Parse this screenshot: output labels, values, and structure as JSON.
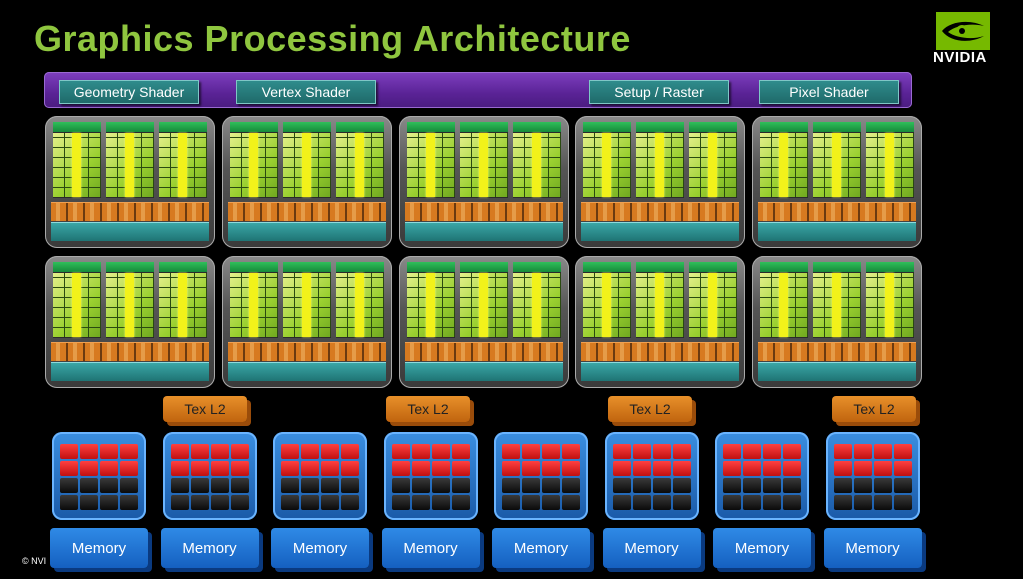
{
  "title": "Graphics Processing Architecture",
  "logo": {
    "text": "NVIDIA",
    "icon": "nvidia-eye-logo",
    "color": "#76b900"
  },
  "pipeline": {
    "stages": [
      "Geometry Shader",
      "Vertex Shader",
      "Setup / Raster",
      "Pixel Shader"
    ]
  },
  "clusters": {
    "rows": 2,
    "per_row": 5,
    "sms_per_cluster": 3
  },
  "l2": {
    "label": "Tex L2",
    "count": 4
  },
  "frame_buffers": {
    "count": 8,
    "red_rows": 2,
    "black_rows": 2
  },
  "memory": {
    "label": "Memory",
    "count": 8
  },
  "footer": {
    "text": "© NVI"
  },
  "colors": {
    "title": "#8fc63f",
    "bar": "#5a2396",
    "stage": "#1f6a6a",
    "tex": "#d77a20",
    "memory": "#1560c0"
  }
}
